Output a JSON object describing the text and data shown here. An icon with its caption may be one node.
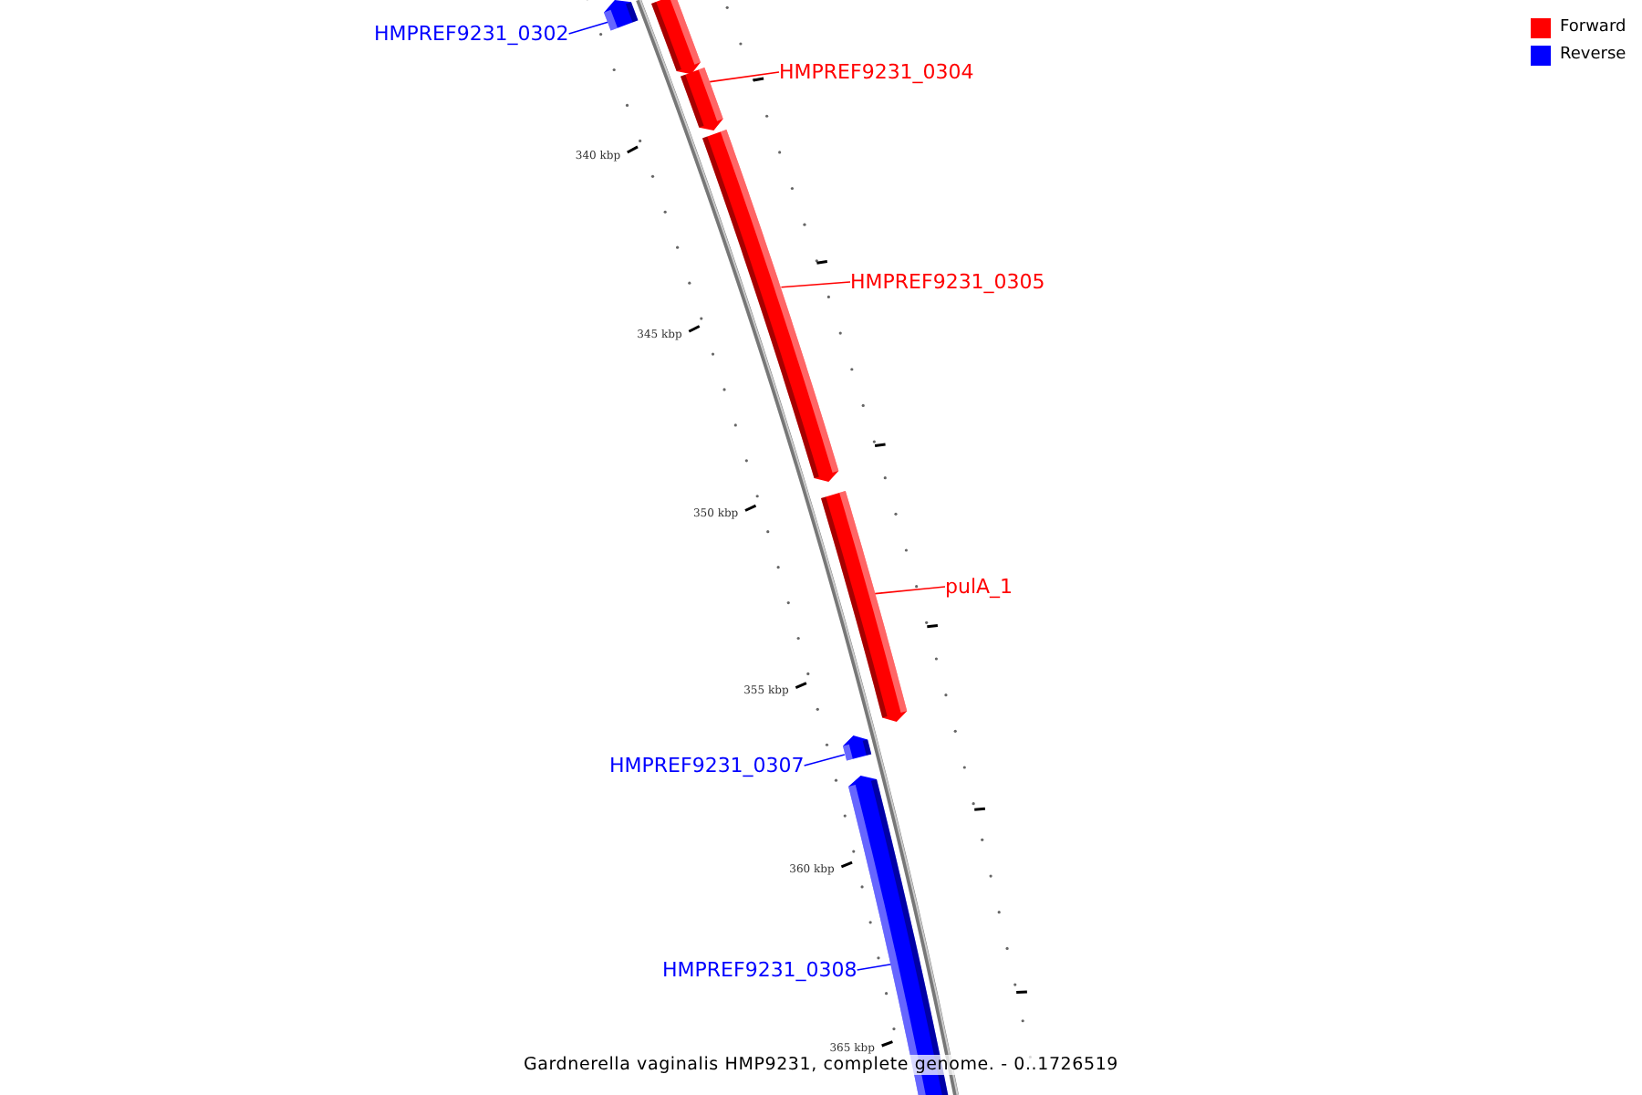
{
  "diagram": {
    "caption": "Gardnerella vaginalis HMP9231, complete genome. - 0..1726519",
    "nodes": [
      {
        "text": [
          "HMPREF9231_0302"
        ]
      },
      {
        "text": [],
        "shape": "bar"
      },
      {
        "text": [],
        "shape": "bar"
      },
      {
        "text": [
          "HMPREF9231_0304"
        ]
      },
      {
        "text": [],
        "shape": "bar"
      },
      {
        "text": [
          "HMPREF9231_0305"
        ]
      },
      {
        "text": [],
        "shape": "bar"
      },
      {
        "text": [
          "pulA_1"
        ]
      },
      {
        "text": [],
        "shape": "bar"
      },
      {
        "text": [
          "HMPREF9231_0307"
        ]
      },
      {
        "text": [],
        "shape": "bar"
      },
      {
        "text": [
          "HMPREF9231_0308"
        ]
      },
      {
        "text": [],
        "shape": "bar"
      }
    ],
    "edges": [
      {
        "from": 0,
        "to": 1,
        "arrow": "none",
        "color": "#0000ff"
      },
      {
        "from": 3,
        "to": 4,
        "arrow": "none",
        "color": "#ff0000"
      },
      {
        "from": 5,
        "to": 6,
        "arrow": "none",
        "color": "#ff0000"
      },
      {
        "from": 7,
        "to": 8,
        "arrow": "none",
        "color": "#ff0000"
      },
      {
        "from": 9,
        "to": 10,
        "arrow": "none",
        "color": "#0000ff"
      },
      {
        "from": 11,
        "to": 12,
        "arrow": "none",
        "color": "#0000ff"
      }
    ],
    "labels": [
      "340 kbp",
      "345 kbp",
      "350 kbp",
      "355 kbp",
      "360 kbp",
      "365 kbp"
    ],
    "legend": [
      {
        "text": "Forward",
        "color": "#ff0000"
      },
      {
        "text": "Reverse",
        "color": "#0000ff"
      }
    ]
  }
}
